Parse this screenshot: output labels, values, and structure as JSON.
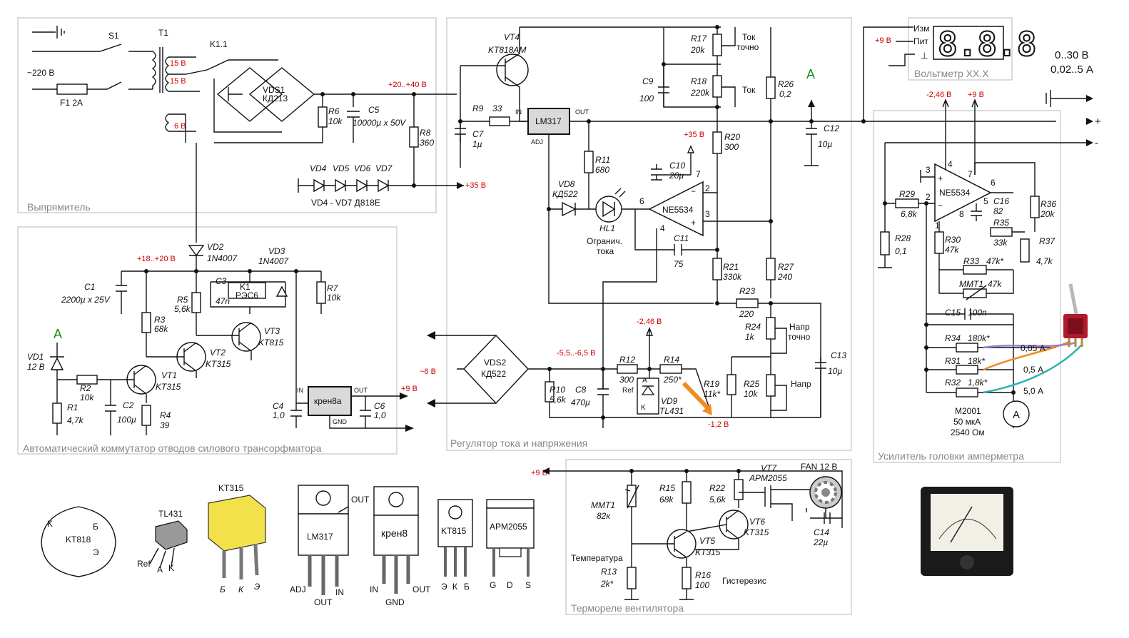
{
  "sections": {
    "rectifier": "Выпрямитель",
    "commutator": "Автоматический коммутатор отводов силового трансорфматора",
    "regulator": "Регулятор тока и напряжения",
    "voltmeter": "Вольтметр  XX.X",
    "ammeter": "Усилитель головки амперметра",
    "fan": "Термореле вентилятора"
  },
  "voltmeter": {
    "digits": "8.8.8",
    "izm": "Изм",
    "pit": "Пит",
    "plus9": "+9 В",
    "gnd": "⊥"
  },
  "output": {
    "range_v": "0..30 В",
    "range_a": "0,02..5 А",
    "plus": "+",
    "minus": "-"
  },
  "rectifier": {
    "s1": "S1",
    "t1": "T1",
    "k11": "K1.1",
    "mains": "~220 В",
    "f1": "F1  2A",
    "tap15a": "15 В",
    "tap15b": "15 В",
    "tap6": "6 В",
    "vds1": "VDS1",
    "kd213": "КД213",
    "r6": "R6",
    "r6v": "10k",
    "c5": "C5",
    "c5v": "10000µ x 50V",
    "r8": "R8",
    "r8v": "360",
    "v2040": "+20..+40 В",
    "v35": "+35 В",
    "vd4": "VD4",
    "vd5": "VD5",
    "vd6": "VD6",
    "vd7": "VD7",
    "vdall": "VD4 - VD7  Д818Е"
  },
  "commutator": {
    "vd2": "VD2",
    "vd2v": "1N4007",
    "vd3": "VD3",
    "vd3v": "1N4007",
    "v1820": "+18..+20 В",
    "c1": "C1",
    "c1v": "2200µ x 25V",
    "c3": "C3",
    "c3v": "47n",
    "k1": "K1",
    "k1v": "РЭС6",
    "r5": "R5",
    "r5v": "5,6k",
    "r7": "R7",
    "r7v": "10k",
    "r3": "R3",
    "r3v": "68k",
    "vt3": "VT3",
    "vt3v": "KT815",
    "vt2": "VT2",
    "vt2v": "KT315",
    "vt1": "VT1",
    "vt1v": "KT315",
    "vd1": "VD1",
    "vd1v": "12 В",
    "r2": "R2",
    "r2v": "10k",
    "c2": "C2",
    "c2v": "100µ",
    "r1": "R1",
    "r1v": "4,7k",
    "r4": "R4",
    "r4v": "39",
    "a": "A",
    "kren": "крен8а",
    "in": "IN",
    "out": "OUT",
    "gnd": "GND",
    "c4": "C4",
    "c4v": "1,0",
    "c6": "C6",
    "c6v": "1,0",
    "v9": "+9 В",
    "v6": "~6 В"
  },
  "regulator": {
    "vt4": "VT4",
    "vt4v": "KT818AM",
    "lm317": "LM317",
    "in": "IN",
    "out": "OUT",
    "adj": "ADJ",
    "r9": "R9",
    "r9v": "33",
    "c7": "C7",
    "c7v": "1µ",
    "r17": "R17",
    "r17v": "20k",
    "tok_tochno": "Ток",
    "tochno": "точно",
    "c9": "C9",
    "c9v": "100",
    "r18": "R18",
    "r18v": "220k",
    "tok": "Ток",
    "r26": "R26",
    "r26v": "0,2",
    "a": "A",
    "c12": "C12",
    "c12v": "10µ",
    "v35": "+35 В",
    "r20": "R20",
    "r20v": "300",
    "r11": "R11",
    "r11v": "680",
    "c10": "C10",
    "c10v": "20µ",
    "vd8": "VD8",
    "vd8v": "КД522",
    "hl1": "HL1",
    "ogr1": "Огранич.",
    "ogr2": "тока",
    "ne": "NE5534",
    "c11": "C11",
    "c11v": "75",
    "r21": "R21",
    "r21v": "330k",
    "r27": "R27",
    "r27v": "240",
    "r23": "R23",
    "r23v": "220",
    "r24": "R24",
    "r24v": "1k",
    "napr_t1": "Напр",
    "napr_t2": "точно",
    "vds2": "VDS2",
    "vds2v": "КД522",
    "v55": "-5,5..-6,5 В",
    "v246": "-2,46 В",
    "r12": "R12",
    "r12v": "300",
    "r14": "R14",
    "r14v": "250*",
    "c13": "C13",
    "c13v": "10µ",
    "r10": "R10",
    "r10v": "5,6k",
    "c8": "C8",
    "c8v": "470µ",
    "ref": "Ref",
    "pa": "A",
    "pk": "K",
    "vd9": "VD9",
    "vd9v": "TL431",
    "r19": "R19",
    "r19v": "11k*",
    "r25": "R25",
    "r25v": "10k",
    "napr": "Напр",
    "v12": "-1,2 В",
    "p2": "2",
    "p3": "3",
    "p4": "4",
    "p6": "6",
    "p7": "7"
  },
  "ammeter": {
    "v246": "-2,46 В",
    "v9": "+9 В",
    "ne": "NE5534",
    "r29": "R29",
    "r29v": "6,8k",
    "r28": "R28",
    "r28v": "0,1",
    "c16": "C16",
    "c16v": "82",
    "r36": "R36",
    "r36v": "20k",
    "r30": "R30",
    "r30v": "47k",
    "r35": "R35",
    "r35v": "33k",
    "r37": "R37",
    "r37v": "4,7k",
    "r33": "R33",
    "r33v": "47k*",
    "mmt": "MMT1",
    "mmtv": "47k",
    "c15": "C15",
    "c15v": "100n",
    "r34": "R34",
    "r34v": "180k*",
    "r31": "R31",
    "r31v": "18k*",
    "r32": "R32",
    "r32v": "1,8k*",
    "s1": "0,05 А",
    "s2": "0,5 А",
    "s3": "5,0 А",
    "meter": "A",
    "m1": "M2001",
    "m2": "50 мкА",
    "m3": "2540 Ом",
    "p1": "1",
    "p2": "2",
    "p3": "3",
    "p4": "4",
    "p5": "5",
    "p6": "6",
    "p7": "7",
    "p8": "8"
  },
  "fan": {
    "v9": "+9 В",
    "mmt": "MMT1",
    "mmtv": "82к",
    "r15": "R15",
    "r15v": "68k",
    "r22": "R22",
    "r22v": "5,6k",
    "vt7": "VT7",
    "vt7v": "APM2055",
    "fan": "FAN 12 В",
    "vt6": "VT6",
    "vt6v": "KT315",
    "vt5": "VT5",
    "vt5v": "KT315",
    "c14": "C14",
    "c14v": "22µ",
    "temp": "Температура",
    "r13": "R13",
    "r13v": "2k*",
    "r16": "R16",
    "r16v": "100",
    "gist": "Гистерезис"
  },
  "parts": {
    "kt818": "KT818",
    "kt818k": "K",
    "kt818b": "Б",
    "kt818e": "Э",
    "tl431": "TL431",
    "tlref": "Ref",
    "tla": "A",
    "tlk": "K",
    "kt315": "KT315",
    "k315b": "Б",
    "k315k": "К",
    "k315e": "Э",
    "lm317": "LM317",
    "lmout": "OUT",
    "lmadj": "ADJ",
    "lmout2": "OUT",
    "lmin": "IN",
    "kren8": "крен8",
    "krin": "IN",
    "krgnd": "GND",
    "krout": "OUT",
    "kt815": "KT815",
    "k815e": "Э",
    "k815k": "К",
    "k815b": "Б",
    "apm": "APM2055",
    "apg": "G",
    "apd": "D",
    "aps": "S"
  },
  "colors": {
    "label_red": "#d00000",
    "green": "#1a8a1a",
    "ic_fill": "#d9d9d9",
    "kt315_yellow": "#f2e14a",
    "wire_orange": "#f08a24",
    "wire_purple": "#9a7fd1",
    "wire_teal": "#2bb3b0",
    "switch_red": "#b01a2a"
  }
}
